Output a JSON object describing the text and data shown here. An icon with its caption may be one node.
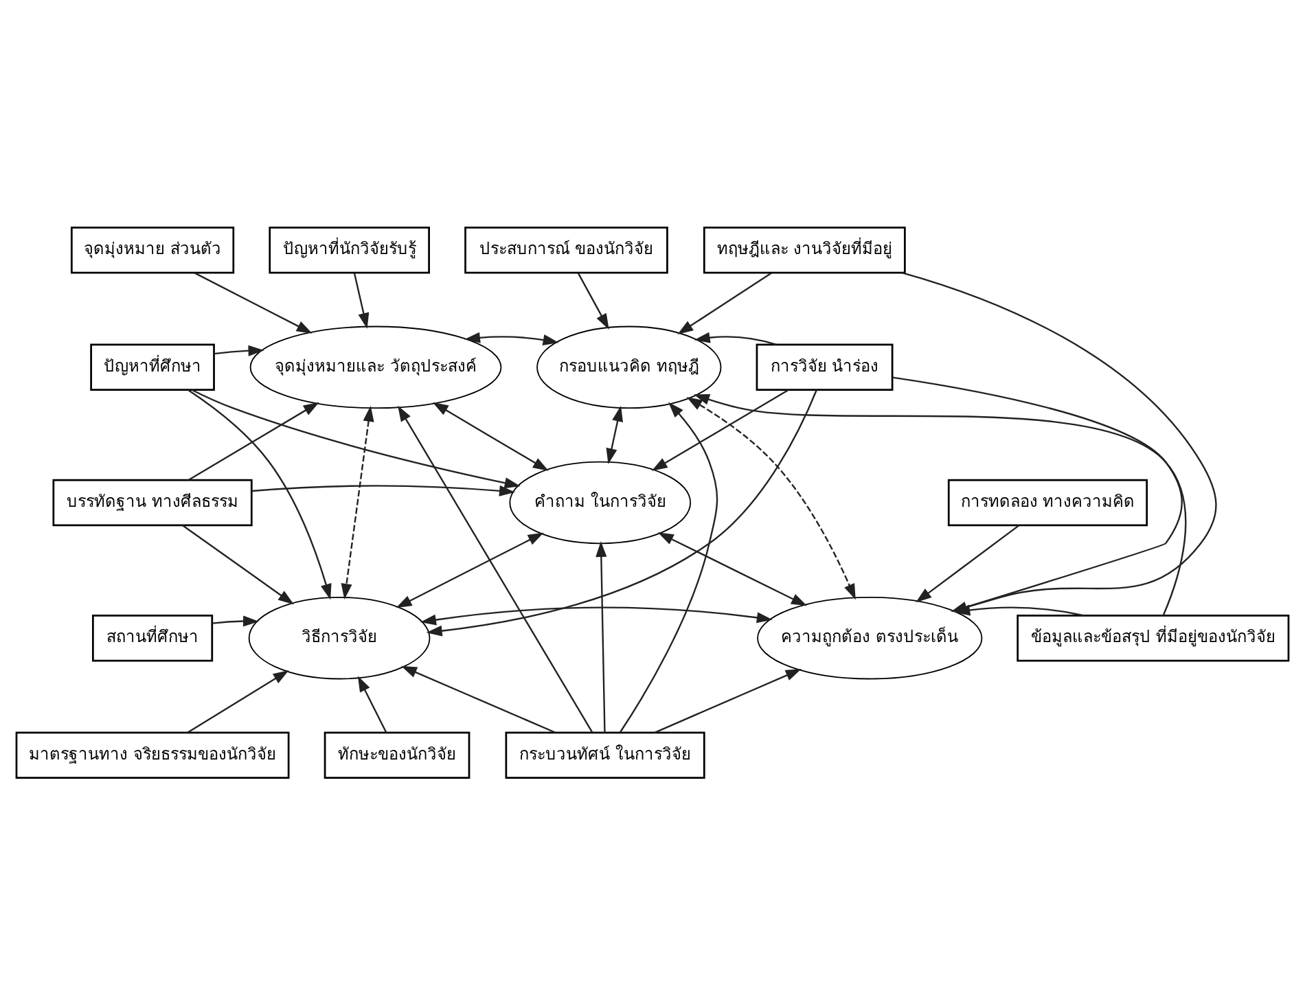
{
  "diagram": {
    "nodes": [
      {
        "text": [
          "จุดมุ่งหมาย ส่วนตัว"
        ]
      },
      {
        "text": [
          "ปัญหาที่นักวิจัยรับรู้"
        ]
      },
      {
        "text": [
          "ประสบการณ์ ของนักวิจัย"
        ]
      },
      {
        "text": [
          "ทฤษฎีและ งานวิจัยที่มีอยู่"
        ]
      },
      {
        "text": [
          "ปัญหาที่ศึกษา"
        ]
      },
      {
        "text": [
          "จุดมุ่งหมายและ วัตถุประสงค์"
        ]
      },
      {
        "text": [
          "กรอบแนวคิด ทฤษฎี"
        ]
      },
      {
        "text": [
          "การวิจัย นำร่อง"
        ]
      },
      {
        "text": [
          "บรรทัดฐาน ทางศีลธรรม"
        ]
      },
      {
        "text": [
          "คำถาม ในการวิจัย"
        ]
      },
      {
        "text": [
          "การทดลอง ทางความคิด"
        ]
      },
      {
        "text": [
          "สถานที่ศึกษา"
        ]
      },
      {
        "text": [
          "วิธีการวิจัย"
        ]
      },
      {
        "text": [
          "ความถูกต้อง ตรงประเด็น"
        ]
      },
      {
        "text": [
          "ข้อมูลและข้อสรุป ที่มีอยู่ของนักวิจัย"
        ]
      },
      {
        "text": [
          "มาตรฐานทาง จริยธรรมของนักวิจัย"
        ]
      },
      {
        "text": [
          "ทักษะของนักวิจัย"
        ]
      },
      {
        "text": [
          "กระบวนทัศน์ ในการวิจัย"
        ]
      }
    ],
    "edges": [
      {
        "from": 0,
        "to": 5,
        "arrow": "to"
      },
      {
        "from": 1,
        "to": 5,
        "arrow": "to"
      },
      {
        "from": 2,
        "to": 6,
        "arrow": "to"
      },
      {
        "from": 3,
        "to": 6,
        "arrow": "to"
      },
      {
        "from": 5,
        "to": 6,
        "arrow": "both"
      },
      {
        "from": 4,
        "to": 5,
        "arrow": "to"
      },
      {
        "from": 4,
        "to": 9,
        "arrow": "to"
      },
      {
        "from": 4,
        "to": 12,
        "arrow": "to"
      },
      {
        "from": 8,
        "to": 5,
        "arrow": "to"
      },
      {
        "from": 8,
        "to": 9,
        "arrow": "to"
      },
      {
        "from": 8,
        "to": 12,
        "arrow": "to"
      },
      {
        "from": 5,
        "to": 9,
        "arrow": "both"
      },
      {
        "from": 6,
        "to": 9,
        "arrow": "both"
      },
      {
        "from": 5,
        "to": 12,
        "arrow": "both",
        "style": "dashed"
      },
      {
        "from": 6,
        "to": 13,
        "arrow": "both",
        "style": "dashed"
      },
      {
        "from": 7,
        "to": 6,
        "arrow": "to"
      },
      {
        "from": 7,
        "to": 9,
        "arrow": "to"
      },
      {
        "from": 7,
        "to": 12,
        "arrow": "to"
      },
      {
        "from": 7,
        "to": 13,
        "arrow": "to"
      },
      {
        "from": 3,
        "to": 13,
        "arrow": "to"
      },
      {
        "from": 10,
        "to": 13,
        "arrow": "to"
      },
      {
        "from": 14,
        "to": 6,
        "arrow": "to"
      },
      {
        "from": 14,
        "to": 13,
        "arrow": "to"
      },
      {
        "from": 9,
        "to": 12,
        "arrow": "both"
      },
      {
        "from": 9,
        "to": 13,
        "arrow": "both"
      },
      {
        "from": 12,
        "to": 13,
        "arrow": "both"
      },
      {
        "from": 11,
        "to": 12,
        "arrow": "to"
      },
      {
        "from": 15,
        "to": 12,
        "arrow": "to"
      },
      {
        "from": 16,
        "to": 12,
        "arrow": "to"
      },
      {
        "from": 17,
        "to": 12,
        "arrow": "to"
      },
      {
        "from": 17,
        "to": 5,
        "arrow": "to"
      },
      {
        "from": 17,
        "to": 9,
        "arrow": "to"
      },
      {
        "from": 17,
        "to": 6,
        "arrow": "to"
      },
      {
        "from": 17,
        "to": 13,
        "arrow": "to"
      }
    ]
  }
}
